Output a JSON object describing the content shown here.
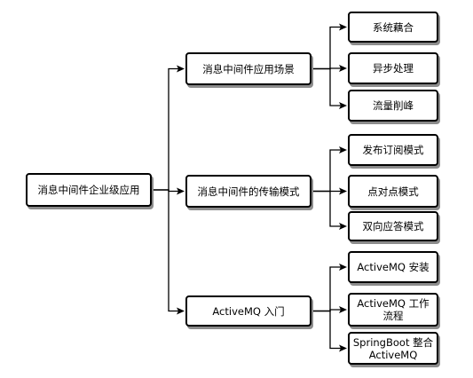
{
  "root": {
    "label": "消息中间件企业级应用"
  },
  "branches": [
    {
      "label": "消息中间件应用场景",
      "leaves": [
        "系统藕合",
        "异步处理",
        "流量削峰"
      ]
    },
    {
      "label": "消息中间件的传输模式",
      "leaves": [
        "发布订阅模式",
        "点对点模式",
        "双向应答模式"
      ]
    },
    {
      "label": "ActiveMQ 入门",
      "leaves": [
        "ActiveMQ 安装",
        "ActiveMQ 工作流程",
        "SpringBoot 整合 ActiveMQ"
      ]
    }
  ],
  "colors": {
    "stroke": "#000000",
    "shadow": "#8c8c8c",
    "fill": "#ffffff"
  }
}
